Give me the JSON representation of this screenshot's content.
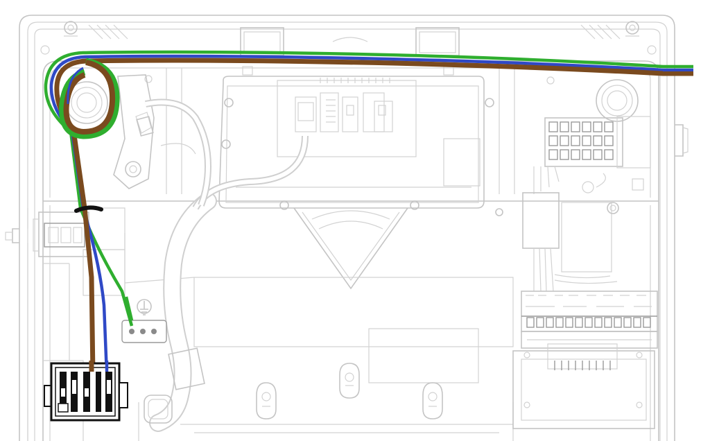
{
  "colors": {
    "line_art": "#c4c4c4",
    "wire_brown": "#7a4a1e",
    "wire_blue": "#2f49c6",
    "wire_green": "#2fae2f",
    "cable_tie": "#111111",
    "terminal_block": "#111111",
    "background": "#ffffff"
  },
  "wires": [
    {
      "name": "brown",
      "color_key": "wire_brown"
    },
    {
      "name": "blue",
      "color_key": "wire_blue"
    },
    {
      "name": "green-yellow",
      "color_key": "wire_green"
    }
  ],
  "icons": [
    "terminal-block-icon",
    "earth-terminal-icon",
    "cable-tie-icon",
    "cable-gland-icon",
    "mounting-hole-icon"
  ]
}
